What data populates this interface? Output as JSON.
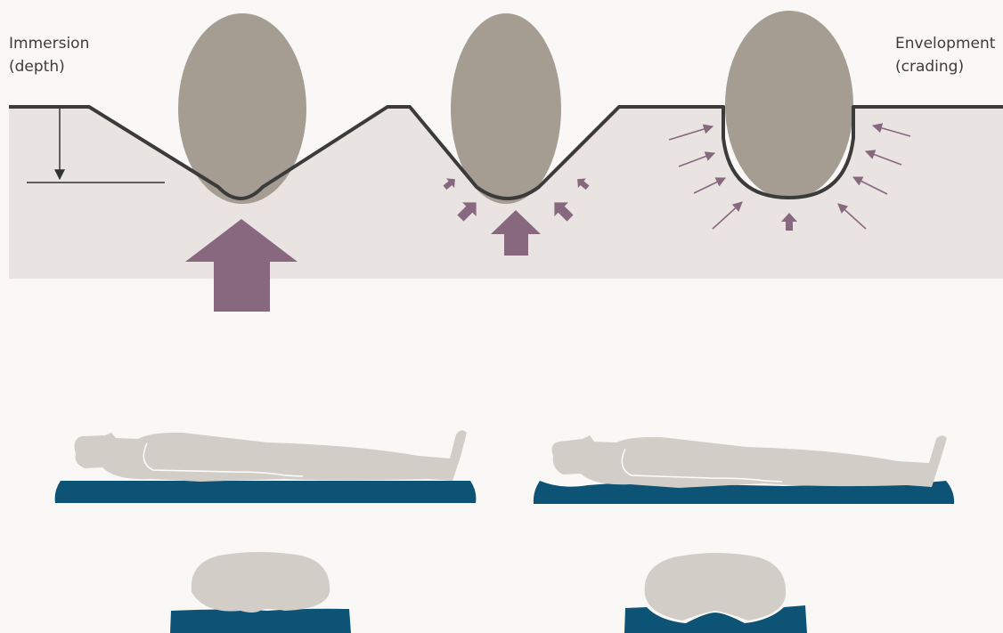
{
  "labels": {
    "immersion": {
      "line1": "Immersion",
      "line2": "(depth)"
    },
    "envelopment": {
      "line1": "Envelopment",
      "line2": "(crading)"
    }
  },
  "colors": {
    "background": "#f9f8f7",
    "substrate": "#e9e4e1",
    "surface_line": "#3b3b3b",
    "body_shape": "#a69d92",
    "pressure_arrow": "#87687e",
    "mattress": "#0c5375",
    "person": "#d3cdc8",
    "person_outline": "#ffffff"
  },
  "icons": {
    "diagram_1": "large-single-pressure-arrow",
    "diagram_2": "medium-pressure-arrows",
    "diagram_3": "distributed-pressure-arrows",
    "person_side": "lying-person-silhouette",
    "person_cross": "body-cross-section"
  }
}
